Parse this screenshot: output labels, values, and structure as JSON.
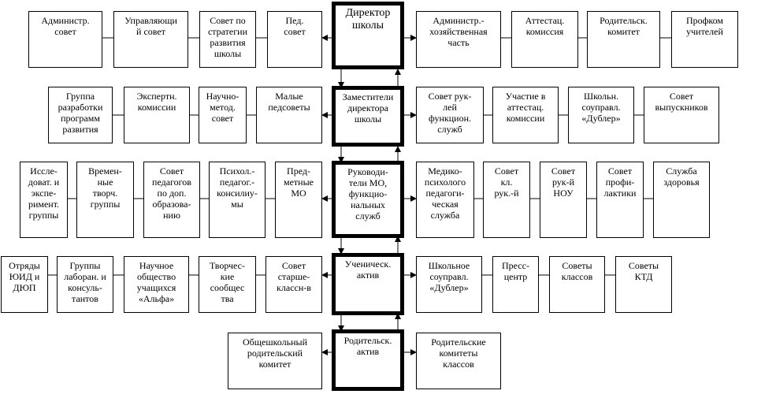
{
  "row1": {
    "director": "Директор\nшколы",
    "left": [
      "Администр.\nсовет",
      "Управляющи\nй совет",
      "Совет по\nстратегии\nразвития\nшколы",
      "Пед.\nсовет"
    ],
    "right": [
      "Администр.-\nхозяйственная\nчасть",
      "Аттестац.\nкомиссия",
      "Родительск.\nкомитет",
      "Профком\nучителей"
    ]
  },
  "row2": {
    "center": "Заместители\nдиректора\nшколы",
    "left": [
      "Группа\nразработки\nпрограмм\nразвития",
      "Экспертн.\nкомиссии",
      "Научно-\nметод.\nсовет",
      "Малые\nпедсоветы"
    ],
    "right": [
      "Совет рук-\nлей\nфункцион.\nслужб",
      "Участие в\nаттестац.\nкомиссии",
      "Школьн.\nсоуправл.\n«Дублер»",
      "Совет\nвыпускников"
    ]
  },
  "row3": {
    "center": "Руководи-\nтели МО,\nфункцио-\nнальных\nслужб",
    "left": [
      "Иссле-\nдоват. и\nэкспе-\nримент.\nгруппы",
      "Времен-\nные\nтворч.\nгруппы",
      "Совет\nпедагогов\nпо доп.\nобразова-\nнию",
      "Психол.-\nпедагог.-\nконсилиу-\nмы",
      "Пред-\nметные\nМО"
    ],
    "right": [
      "Медико-\nпсихолого\nпедагоги-\nческая\nслужба",
      "Совет\nкл.\nрук.-й",
      "Совет\nрук-й\nНОУ",
      "Совет\nпрофи-\nлактики",
      "Служба\nздоровья"
    ]
  },
  "row4": {
    "center": "Ученическ.\nактив",
    "left": [
      "Отряды\nЮИД и\nДЮП",
      "Группы\nлаборан. и\nконсуль-\nтантов",
      "Научное\nобщество\nучащихся\n«Альфа»",
      "Творчес-\nкие\nсообщес\nтва",
      "Совет\nстарше-\nклассн-в"
    ],
    "right": [
      "Школьное\nсоуправл.\n«Дублер»",
      "Пресс-\nцентр",
      "Советы\nклассов",
      "Советы\nКТД"
    ]
  },
  "row5": {
    "center": "Родительск.\nактив",
    "left": [
      "Общешкольный\nродительский\nкомитет"
    ],
    "right": [
      "Родительские\nкомитеты\nклассов"
    ]
  }
}
